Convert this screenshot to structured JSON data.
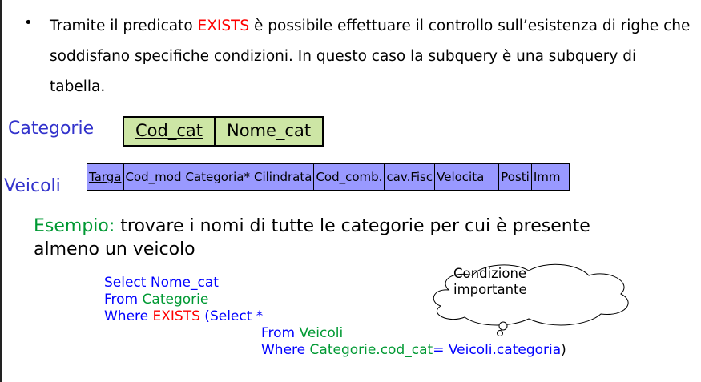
{
  "intro": {
    "bullet": "•",
    "text_before": "Tramite il predicato ",
    "keyword": "EXISTS",
    "text_after": " è possibile effettuare il controllo sull’esistenza di righe che soddisfano specifiche condizioni. In questo caso la subquery è una subquery di tabella."
  },
  "categorie": {
    "label": "Categorie",
    "columns": [
      "Cod_cat",
      "Nome_cat"
    ]
  },
  "veicoli": {
    "label": "Veicoli",
    "columns": [
      "Targa",
      "Cod_mod",
      "Categoria*",
      "Cilindrata",
      "Cod_comb.",
      "cav.Fisc",
      "Velocita",
      "Posti",
      "Imm"
    ]
  },
  "example": {
    "label": "Esempio:",
    "text": " trovare i nomi di tutte le categorie per cui è presente almeno un veicolo"
  },
  "sql": {
    "line1": "Select Nome_cat",
    "line2_kw": "From ",
    "line2_tbl": "Categorie",
    "line3_kw": "Where ",
    "line3_exists": "EXISTS",
    "line3_rest": " (Select *",
    "line4_kw": "From ",
    "line4_tbl": "Veicoli",
    "line5_kw": "Where ",
    "line5_left": "Categorie.cod_cat",
    "line5_eq": "= ",
    "line5_right": "Veicoli.categoria",
    "line5_close": ")"
  },
  "callout": {
    "line1": "Condizione",
    "line2": "importante"
  },
  "colors": {
    "keyword_red": "#ff0000",
    "sql_blue": "#0000ff",
    "example_green": "#009933",
    "categorie_fill": "#cde6a5",
    "veicoli_fill": "#9999ff"
  }
}
